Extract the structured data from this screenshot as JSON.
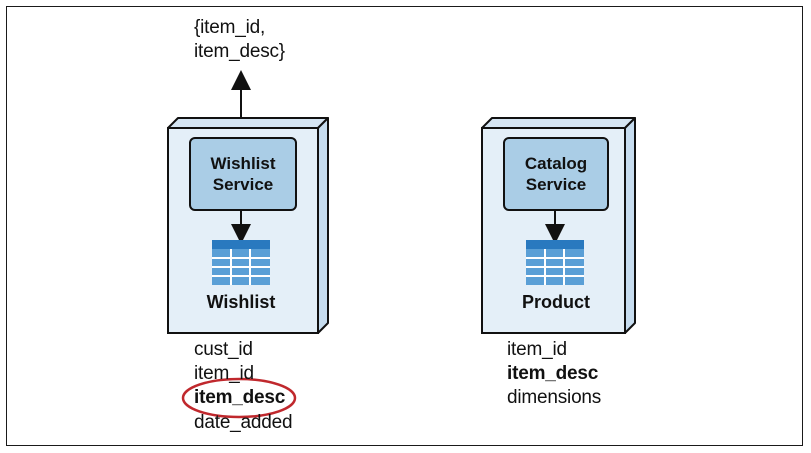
{
  "return_fields": {
    "line1": "{item_id,",
    "line2": "item_desc}"
  },
  "wishlist": {
    "service_line1": "Wishlist",
    "service_line2": "Service",
    "table_label": "Wishlist",
    "fields": [
      "cust_id",
      "item_id",
      "item_desc",
      "date_added"
    ]
  },
  "catalog": {
    "service_line1": "Catalog",
    "service_line2": "Service",
    "table_label": "Product",
    "fields": [
      "item_id",
      "item_desc",
      "dimensions"
    ]
  },
  "colors": {
    "container_fill": "#e4eff8",
    "service_fill": "#aacde6",
    "table_header": "#2979bf",
    "table_cell": "#5a9fd6",
    "highlight_ellipse": "#c0282d"
  }
}
